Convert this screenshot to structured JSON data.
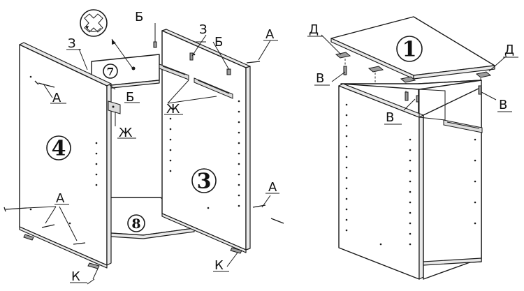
{
  "part_numbers": {
    "p1": "1",
    "p3": "3",
    "p4": "4",
    "p7": "7",
    "p8": "8"
  },
  "callouts": {
    "a": "А",
    "b": "Б",
    "v": "В",
    "d": "Д",
    "zh": "Ж",
    "z": "З",
    "k": "К"
  }
}
